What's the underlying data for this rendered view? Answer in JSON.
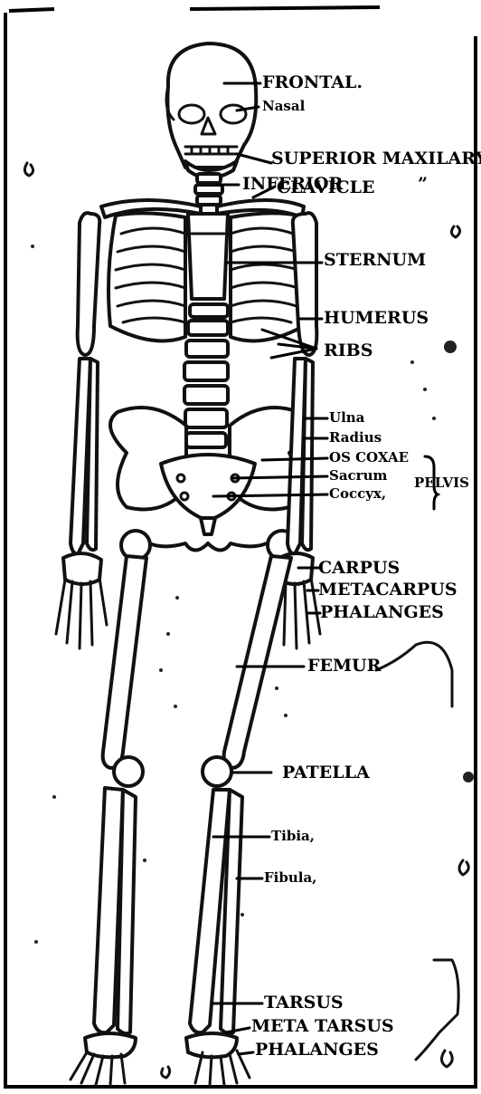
{
  "labels": {
    "frontal": "FRONTAL.",
    "nasal": "Nasal",
    "superior_maxilary": "SUPERIOR MAXILARY",
    "inferior": "INFERIOR",
    "inferior_ditto": "”",
    "clavicle": "CLAVICLE",
    "sternum": "STERNUM",
    "humerus": "HUMERUS",
    "ribs": "RIBS",
    "ulna": "Ulna",
    "radius": "Radius",
    "os_coxae": "OS COXAE",
    "sacrum": "Sacrum",
    "coccyx": "Coccyx,",
    "pelvis": "PELVIS",
    "carpus": "CARPUS",
    "metacarpus": "METACARPUS",
    "phalanges_hand": "PHALANGES",
    "femur": "FEMUR",
    "patella": "PATELLA",
    "tibia": "Tibia,",
    "fibula": "Fibula,",
    "tarsus": "TARSUS",
    "meta_tarsus": "META TARSUS",
    "phalanges_foot": "PHALANGES"
  },
  "colors": {
    "ink": "#000000",
    "paper": "#ffffff"
  }
}
